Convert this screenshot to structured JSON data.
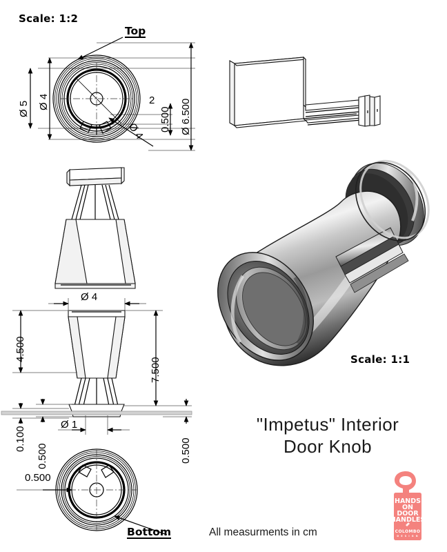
{
  "sheet": {
    "title_line1": "\"Impetus\" Interior",
    "title_line2": "Door Knob",
    "note": "All measurments in cm",
    "scale_views": "Scale: 1:2",
    "scale_render": "Scale: 1:1",
    "units": "cm",
    "ink_color": "#000000",
    "paper_color": "#ffffff"
  },
  "views": {
    "top": {
      "label": "Top"
    },
    "bottom": {
      "label": "Bottom"
    }
  },
  "dimensions": {
    "top_view": [
      {
        "id": "dia5",
        "text": "Ø 5",
        "orient": "vertical"
      },
      {
        "id": "dia4",
        "text": "Ø 4",
        "orient": "vertical"
      },
      {
        "id": "two",
        "text": "2",
        "orient": "horizontal"
      },
      {
        "id": "p500",
        "text": "0.500",
        "orient": "vertical"
      },
      {
        "id": "dia6500",
        "text": "Ø 6.500",
        "orient": "vertical"
      },
      {
        "id": "dia4lead",
        "text": "Ø 4",
        "orient": "diagonal"
      }
    ],
    "front_view": [
      {
        "id": "dia4top",
        "text": "Ø 4",
        "orient": "horizontal"
      },
      {
        "id": "h4500",
        "text": "4.500",
        "orient": "vertical"
      },
      {
        "id": "h7500",
        "text": "7.500",
        "orient": "vertical"
      },
      {
        "id": "t0100",
        "text": "0.100",
        "orient": "vertical"
      },
      {
        "id": "t0500L",
        "text": "0.500",
        "orient": "vertical"
      },
      {
        "id": "t0500R",
        "text": "0.500",
        "orient": "vertical"
      },
      {
        "id": "dia1",
        "text": "Ø 1",
        "orient": "horizontal"
      }
    ],
    "bottom_view": [
      {
        "id": "b0500",
        "text": "0.500",
        "orient": "horizontal"
      }
    ]
  },
  "logo": {
    "name": "hands-on-door-handles",
    "color": "#F4827E",
    "lines": [
      "HANDS",
      "ON",
      "DOOR",
      "HANDLES"
    ],
    "brand": "COLOMBO",
    "brand_sub": "D E S I G N"
  },
  "render": {
    "material": "brushed-steel",
    "highlight": "#e9e9e9",
    "midtone": "#8d8d8d",
    "shadow": "#2f2f2f"
  }
}
